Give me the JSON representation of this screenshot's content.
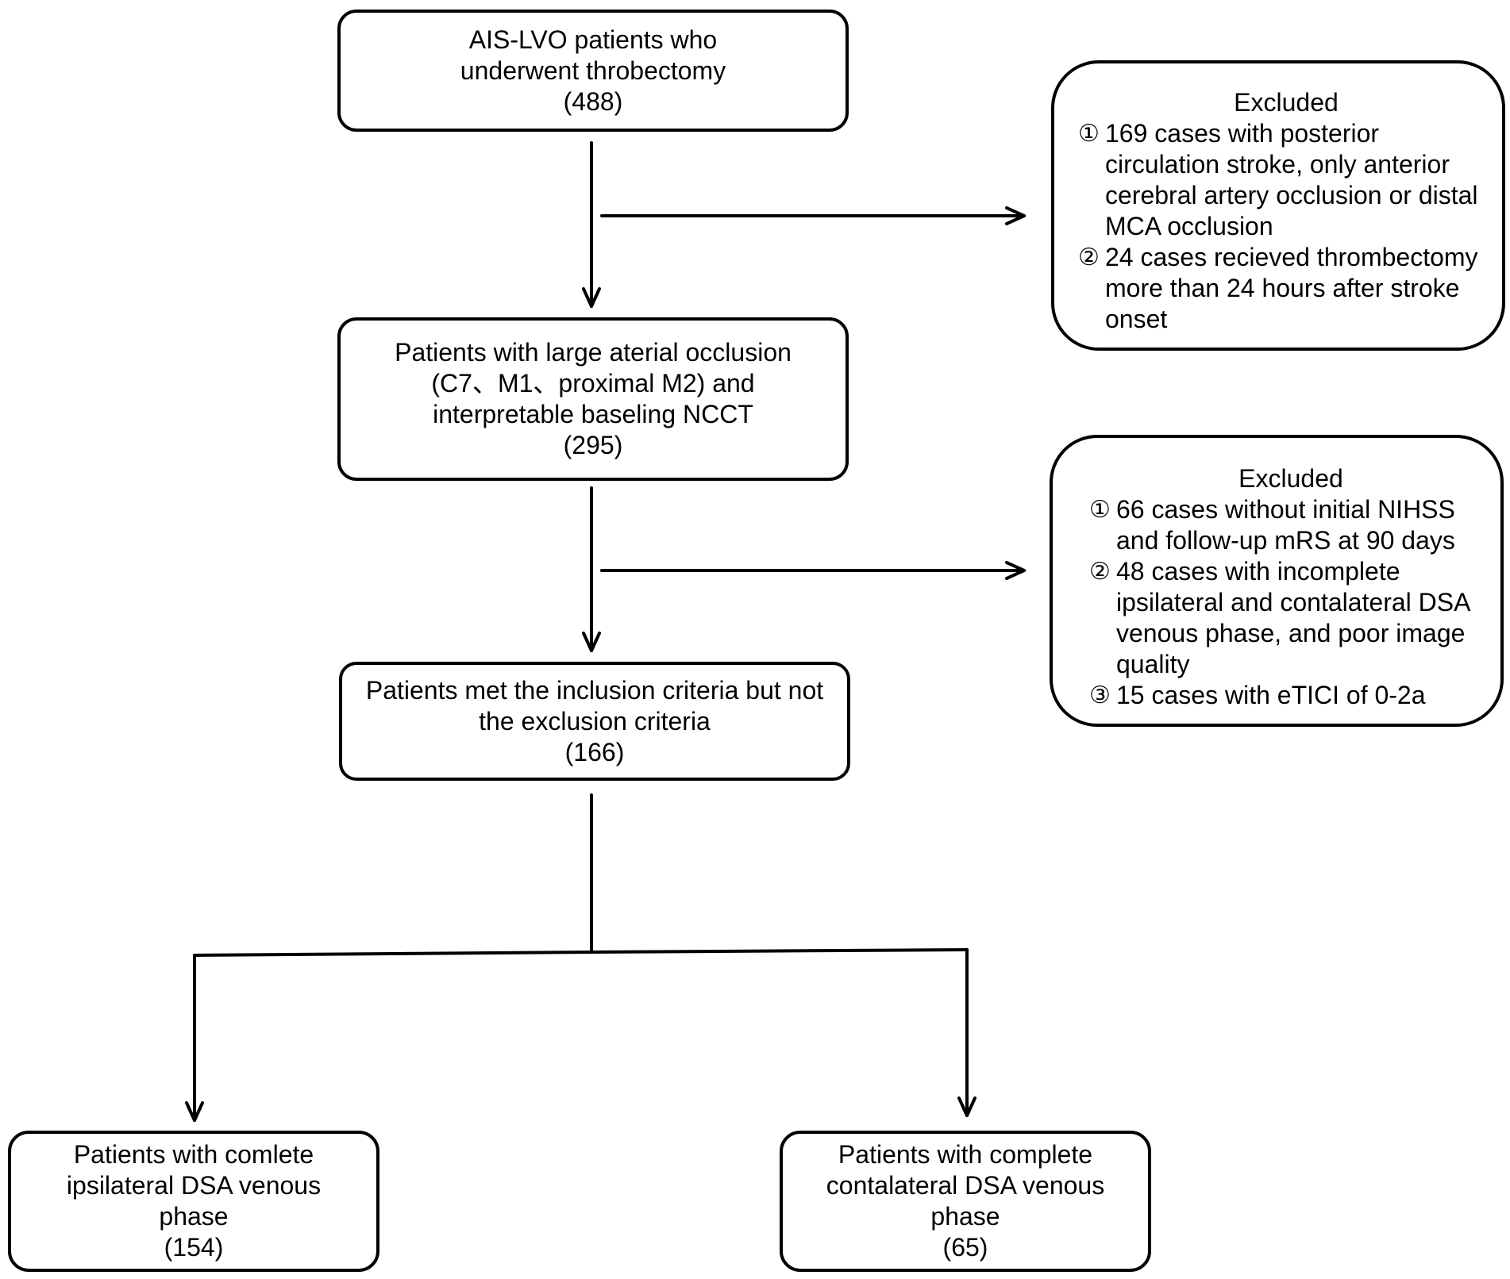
{
  "boxes": {
    "top": {
      "lines": [
        "AIS-LVO patients who",
        "underwent throbectomy",
        "(488)"
      ]
    },
    "second": {
      "lines": [
        "Patients with large aterial occlusion",
        "(C7、M1、proximal M2) and",
        "interpretable baseling NCCT",
        "(295)"
      ]
    },
    "third": {
      "lines": [
        "Patients met the inclusion criteria but not",
        "the exclusion criteria",
        "(166)"
      ]
    },
    "bottom_left": {
      "lines": [
        "Patients with comlete",
        "ipsilateral DSA venous",
        "phase",
        "(154)"
      ]
    },
    "bottom_right": {
      "lines": [
        "Patients with complete",
        "contalateral DSA venous",
        "phase",
        "(65)"
      ]
    }
  },
  "exclusion1": {
    "header": "Excluded",
    "items": [
      {
        "num": "①",
        "lines": [
          "169 cases with posterior",
          "circulation stroke, only anterior",
          "cerebral artery occlusion or distal",
          "MCA occlusion"
        ]
      },
      {
        "num": "②",
        "lines": [
          "24 cases recieved thrombectomy",
          "more than 24 hours after stroke",
          "onset"
        ]
      }
    ]
  },
  "exclusion2": {
    "header": "Excluded",
    "items": [
      {
        "num": "①",
        "lines": [
          "66 cases without initial NIHSS",
          "and follow-up mRS at 90 days"
        ]
      },
      {
        "num": "②",
        "lines": [
          "48 cases with incomplete",
          "ipsilateral and contalateral DSA",
          "venous phase, and poor image",
          "quality"
        ]
      },
      {
        "num": "③",
        "lines": [
          "15 cases with eTICI of 0-2a"
        ]
      }
    ]
  }
}
